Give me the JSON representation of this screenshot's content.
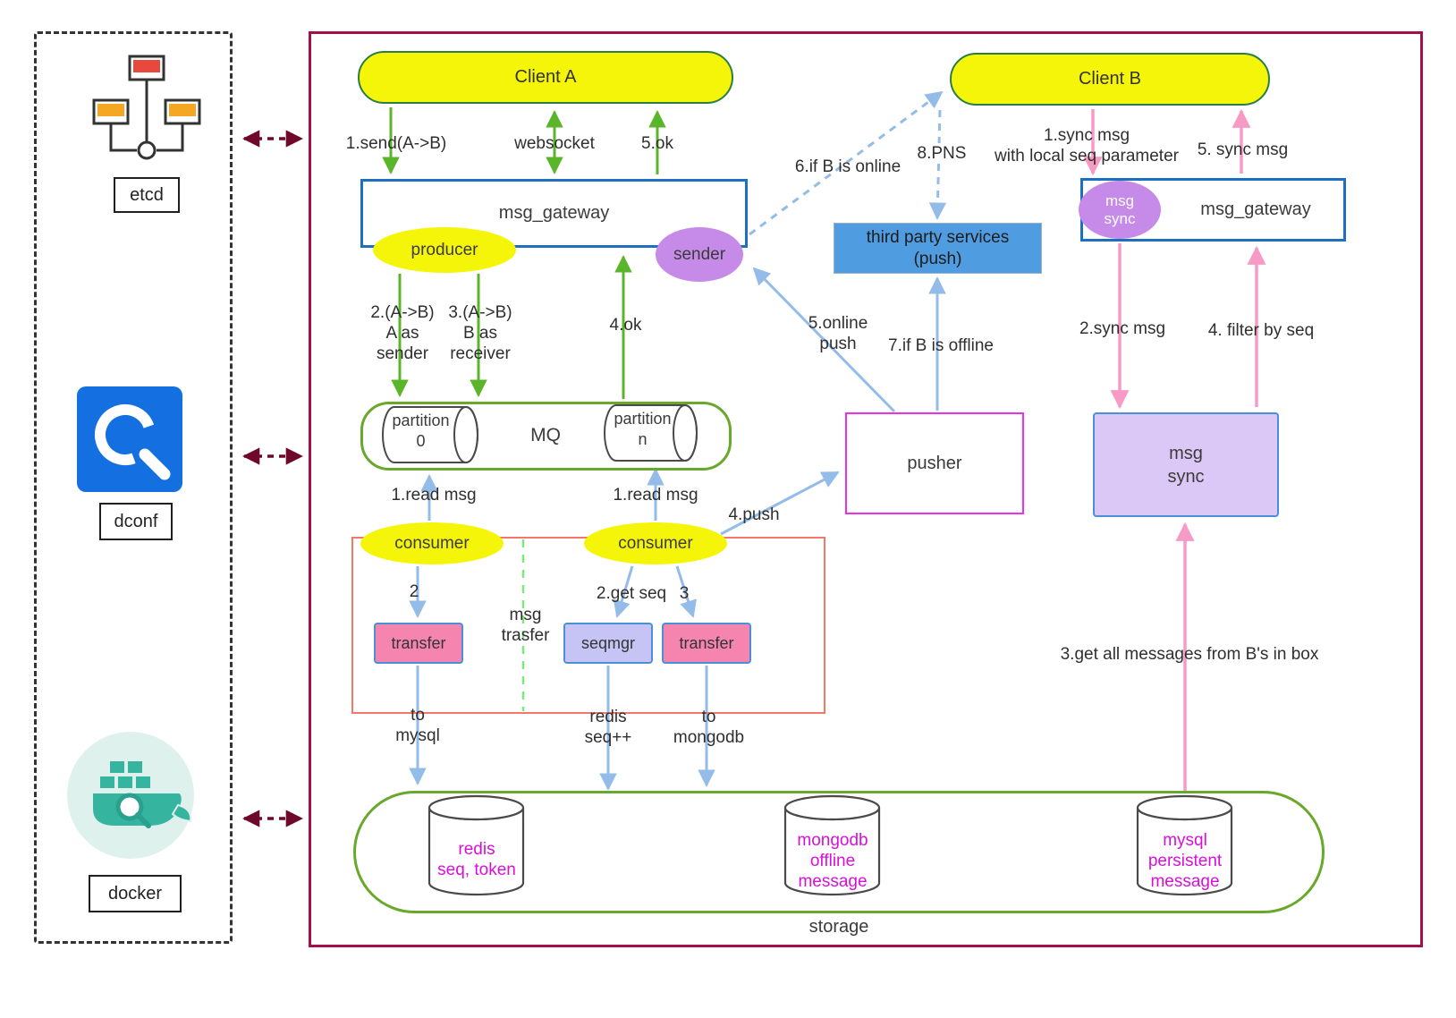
{
  "left_panel": {
    "etcd_label": "etcd",
    "dconf_label": "dconf",
    "docker_label": "docker"
  },
  "nodes": {
    "client_a": "Client A",
    "client_b": "Client B",
    "msg_gateway_left": "msg_gateway",
    "msg_gateway_right": "msg_gateway",
    "producer": "producer",
    "sender": "sender",
    "msg_sync_badge": "msg\nsync",
    "mq": "MQ",
    "partition_0": "partition\n0",
    "partition_n": "partition\nn",
    "consumer_left": "consumer",
    "consumer_right": "consumer",
    "transfer_left": "transfer",
    "seqmgr": "seqmgr",
    "transfer_right": "transfer",
    "pusher": "pusher",
    "third_party": "third party services\n(push)",
    "msg_sync_box": "msg\nsync",
    "storage": "storage",
    "redis": "redis\nseq, token",
    "mongodb": "mongodb\noffline\nmessage",
    "mysql": "mysql\npersistent\nmessage"
  },
  "edge_labels": {
    "send_ab": "1.send(A->B)",
    "websocket": "websocket",
    "ok5": "5.ok",
    "a_as_sender": "2.(A->B)\nA as\nsender",
    "b_as_receiver": "3.(A->B)\nB as\nreceiver",
    "ok4": "4.ok",
    "read_msg_left": "1.read msg",
    "read_msg_right": "1.read msg",
    "step2": "2",
    "get_seq": "2.get seq",
    "step3": "3",
    "msg_trasfer": "msg\ntrasfer",
    "to_mysql": "to\nmysql",
    "redis_seq": "redis\nseq++",
    "to_mongodb": "to\nmongodb",
    "push4": "4.push",
    "online_push": "5.online\npush",
    "if_b_offline": "7.if B is offline",
    "if_b_online": "6.if B is online",
    "pns": "8.PNS",
    "sync_msg_1": "1.sync msg\nwith local seq parameter",
    "sync_msg_5": "5. sync msg",
    "sync_msg_2": "2.sync msg",
    "filter_by_seq": "4. filter by seq",
    "get_all": "3.get all messages from B's in box"
  },
  "colors": {
    "client_fill": "#f5f50a",
    "client_border": "#2a7d46",
    "gateway_border": "#1d6fc0",
    "green_arrow": "#5bb52b",
    "blue_arrow": "#93bce8",
    "pink_arrow": "#f79ac6",
    "purple_node": "#c68ae8",
    "third_party_fill": "#4f9ce0",
    "pusher_border": "#ec2fec",
    "transfer_fill": "#f585ae",
    "seqmgr_fill": "#c6c4f4",
    "msg_sync_fill": "#dcc8f6",
    "storage_border": "#68a82a",
    "red_group_border": "#f4786a",
    "main_border": "#a3114a",
    "left_link": "#70082c",
    "magenta_text": "#d90fd9"
  }
}
